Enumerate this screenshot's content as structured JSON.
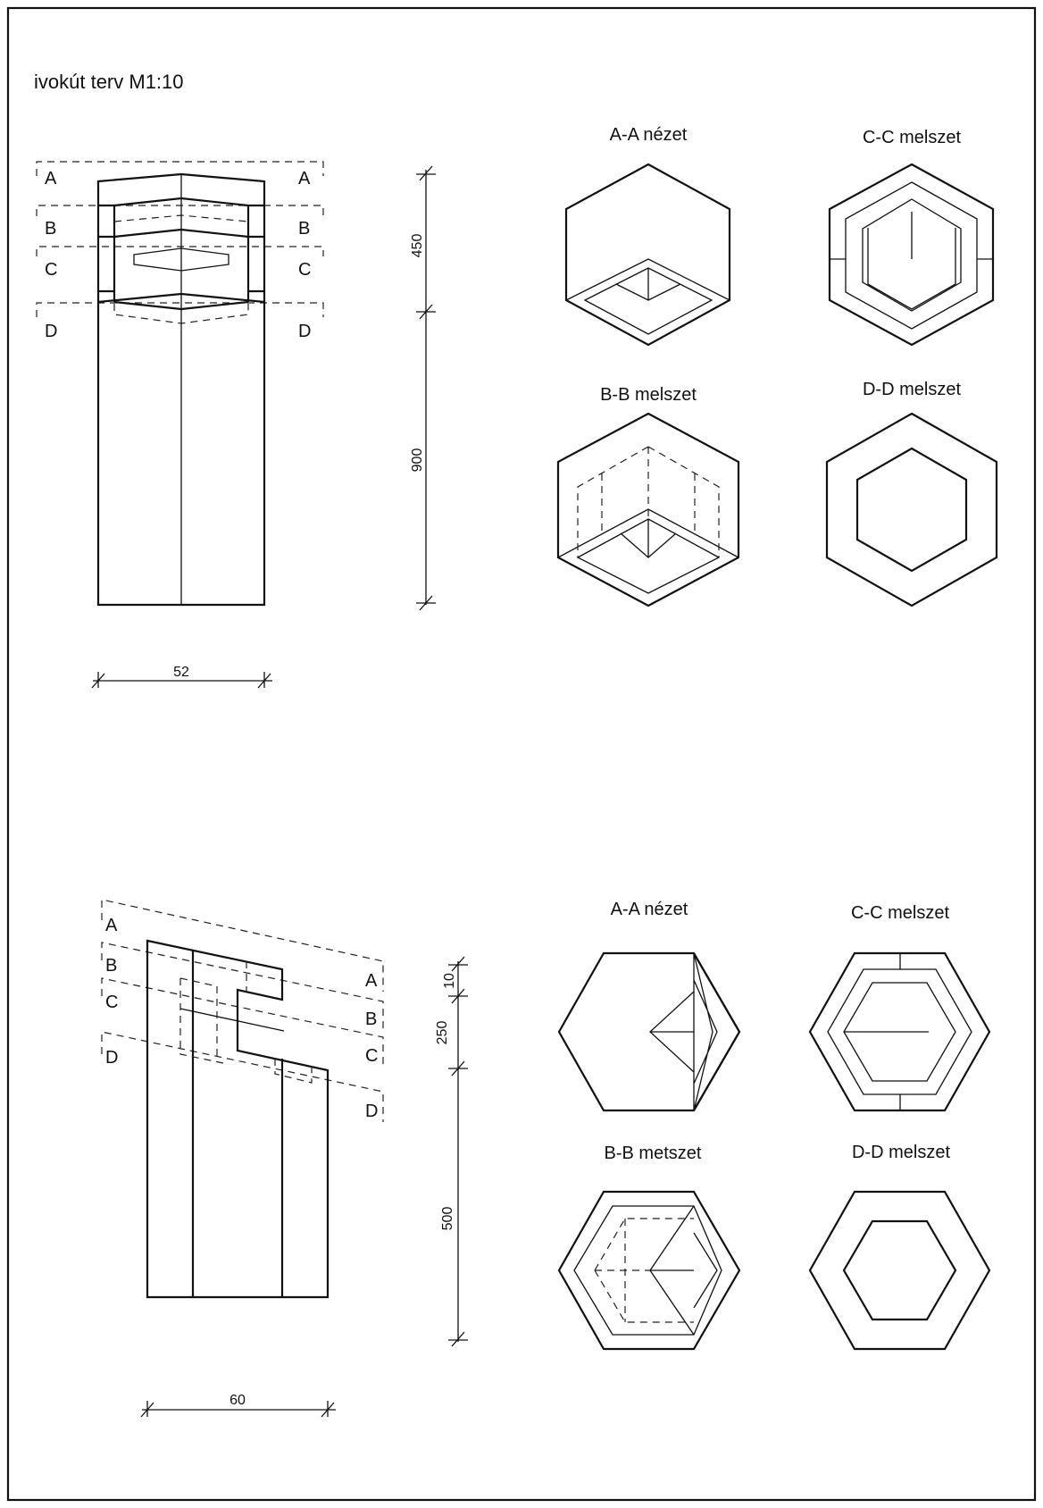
{
  "title": "ivokút terv M1:10",
  "colors": {
    "line": "#111111",
    "background": "#ffffff"
  },
  "upper_design": {
    "section_markers": [
      "A",
      "B",
      "C",
      "D"
    ],
    "views": {
      "aa": "A-A nézet",
      "cc": "C-C melszet",
      "bb": "B-B melszet",
      "dd": "D-D melszet"
    },
    "dimensions": {
      "height_top": "450",
      "height_bottom": "900",
      "width": "52"
    }
  },
  "lower_design": {
    "section_markers": [
      "A",
      "B",
      "C",
      "D"
    ],
    "views": {
      "aa": "A-A nézet",
      "cc": "C-C melszet",
      "bb": "B-B metszet",
      "dd": "D-D melszet"
    },
    "dimensions": {
      "height_top": "10",
      "height_middle": "250",
      "height_bottom": "500",
      "width": "60"
    }
  }
}
